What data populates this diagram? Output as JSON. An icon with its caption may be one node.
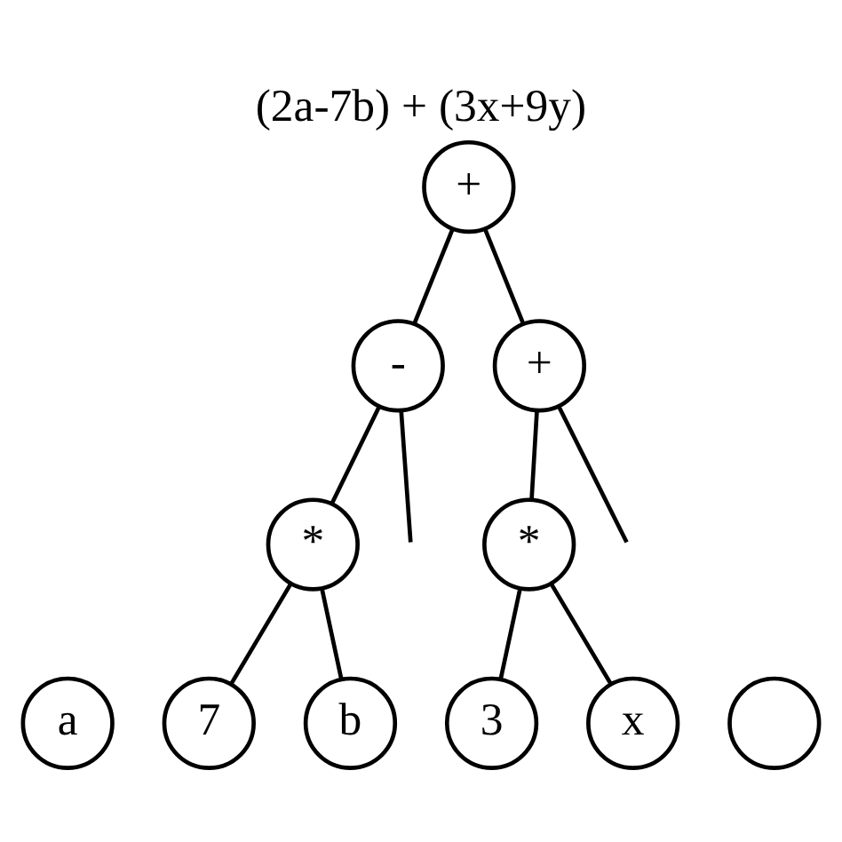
{
  "diagram": {
    "title": "(2a-7b) + (3x+9y)",
    "nodes": [
      {
        "text": [
          "+"
        ]
      },
      {
        "text": [
          "-"
        ]
      },
      {
        "text": [
          "+"
        ]
      },
      {
        "text": [
          "*"
        ]
      },
      {
        "text": [
          "*"
        ]
      },
      {
        "text": [
          "a"
        ]
      },
      {
        "text": [
          "7"
        ]
      },
      {
        "text": [
          "b"
        ]
      },
      {
        "text": [
          "3"
        ]
      },
      {
        "text": [
          "x"
        ]
      },
      {
        "text": [],
        "shape": "circle"
      }
    ],
    "edges": [
      {
        "from": 0,
        "to": 1,
        "arrow": "none"
      },
      {
        "from": 0,
        "to": 2,
        "arrow": "none"
      },
      {
        "from": 1,
        "to": null,
        "arrow": "none"
      },
      {
        "from": 1,
        "to": 3,
        "arrow": "none"
      },
      {
        "from": 3,
        "to": 6,
        "arrow": "none"
      },
      {
        "from": 3,
        "to": 7,
        "arrow": "none"
      },
      {
        "from": 2,
        "to": 4,
        "arrow": "none"
      },
      {
        "from": 2,
        "to": null,
        "arrow": "none"
      },
      {
        "from": 4,
        "to": 8,
        "arrow": "none"
      },
      {
        "from": 4,
        "to": 9,
        "arrow": "none"
      }
    ]
  }
}
